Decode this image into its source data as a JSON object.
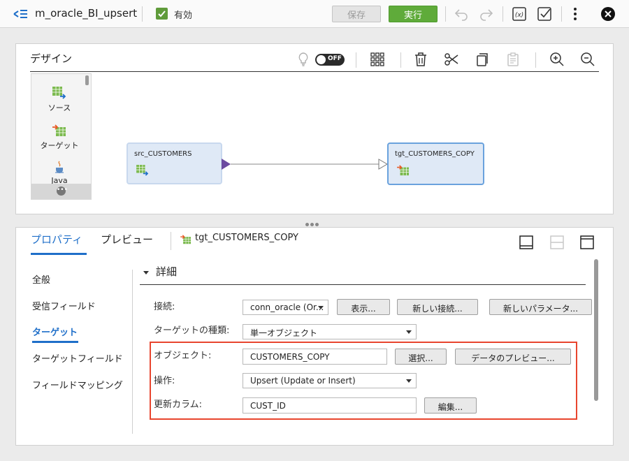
{
  "header": {
    "mapping_name": "m_oracle_BI_upsert",
    "valid_label": "有効",
    "save_label": "保存",
    "run_label": "実行"
  },
  "design": {
    "title": "デザイン",
    "toggle_label": "OFF",
    "palette": [
      {
        "label": "ソース",
        "icon": "source-table-icon"
      },
      {
        "label": "ターゲット",
        "icon": "target-table-icon"
      },
      {
        "label": "Java",
        "icon": "java-icon"
      }
    ],
    "source_node": "src_CUSTOMERS",
    "target_node": "tgt_CUSTOMERS_COPY"
  },
  "properties": {
    "tabs": {
      "properties": "プロパティ",
      "preview": "プレビュー"
    },
    "selected_object": "tgt_CUSTOMERS_COPY",
    "nav": [
      "全般",
      "受信フィールド",
      "ターゲット",
      "ターゲットフィールド",
      "フィールドマッピング"
    ],
    "active_nav": "ターゲット",
    "section_title": "詳細",
    "fields": {
      "connection": {
        "label": "接続:",
        "value": "conn_oracle (Or..."
      },
      "target_type": {
        "label": "ターゲットの種類:",
        "value": "単一オブジェクト"
      },
      "object": {
        "label": "オブジェクト:",
        "value": "CUSTOMERS_COPY"
      },
      "operation": {
        "label": "操作:",
        "value": "Upsert (Update or Insert)"
      },
      "update_columns": {
        "label": "更新カラム:",
        "value": "CUST_ID"
      }
    },
    "buttons": {
      "show": "表示...",
      "new_connection": "新しい接続...",
      "new_parameter": "新しいパラメータ...",
      "select": "選択...",
      "data_preview": "データのプレビュー...",
      "edit": "編集..."
    }
  },
  "colors": {
    "accent": "#1f6fc9",
    "run_green": "#5fab3a",
    "highlight_red": "#e8452e",
    "node_fill": "#dfe9f6"
  }
}
